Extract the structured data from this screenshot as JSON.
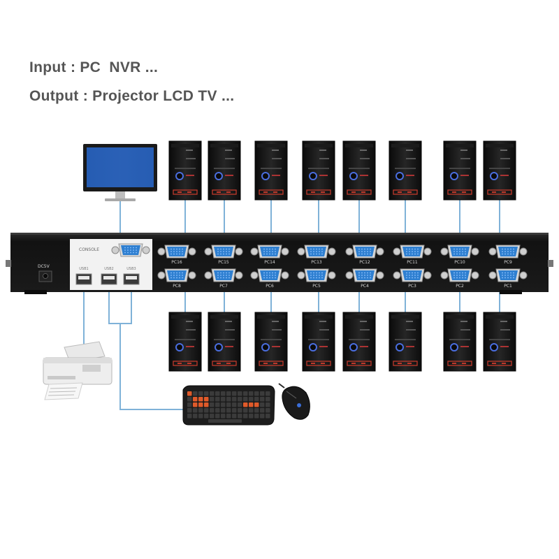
{
  "headline": {
    "input": "Input : PC  NVR ...",
    "output": "Output : Projector LCD TV ..."
  },
  "switch": {
    "power_label": "DC5V",
    "console_label": "CONSOLE",
    "usb_labels": [
      "USB1",
      "USB2",
      "USB3"
    ],
    "top_port_labels": [
      "PC16",
      "PC15",
      "PC14",
      "PC13",
      "PC12",
      "PC11",
      "PC10",
      "PC9"
    ],
    "bottom_port_labels": [
      "PC8",
      "PC7",
      "PC6",
      "PC5",
      "PC4",
      "PC3",
      "PC2",
      "PC1"
    ]
  },
  "colors": {
    "cable": "#7fb2d8",
    "vga_port": "#2f7fd0",
    "chassis": "#141414",
    "tower_led": "#4a6ee0",
    "keyboard_keys": "#e05a2a"
  },
  "icons": [
    "monitor-icon",
    "pc-tower-icon",
    "printer-icon",
    "keyboard-icon",
    "mouse-icon",
    "vga-port-icon",
    "usb-port-icon"
  ]
}
